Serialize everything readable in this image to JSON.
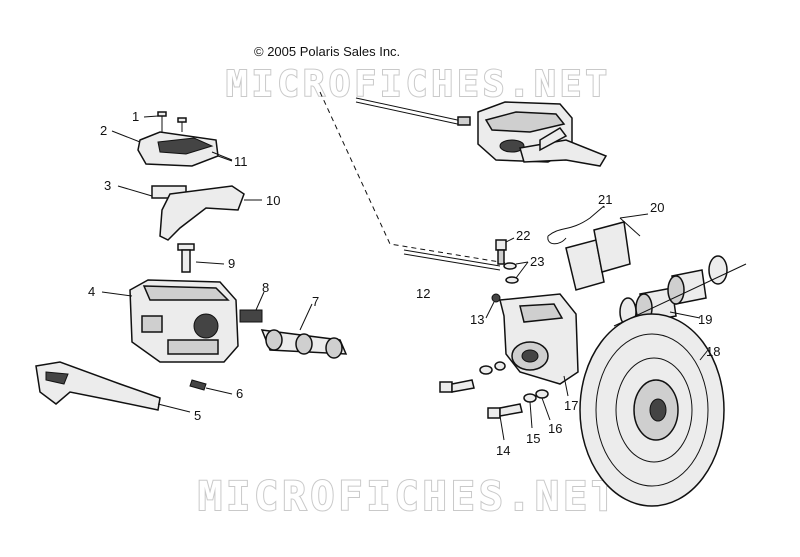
{
  "copyright": "© 2005 Polaris Sales Inc.",
  "watermark_top": "MICROFICHES.NET",
  "watermark_bottom": "MICROFICHES.NET",
  "callouts": {
    "c1": "1",
    "c2": "2",
    "c3": "3",
    "c4": "4",
    "c5": "5",
    "c6": "6",
    "c7": "7",
    "c8": "8",
    "c9": "9",
    "c10": "10",
    "c11": "11",
    "c12": "12",
    "c13": "13",
    "c14": "14",
    "c15": "15",
    "c16": "16",
    "c17": "17",
    "c18": "18",
    "c19": "19",
    "c20": "20",
    "c21": "21",
    "c22": "22",
    "c23": "23"
  }
}
